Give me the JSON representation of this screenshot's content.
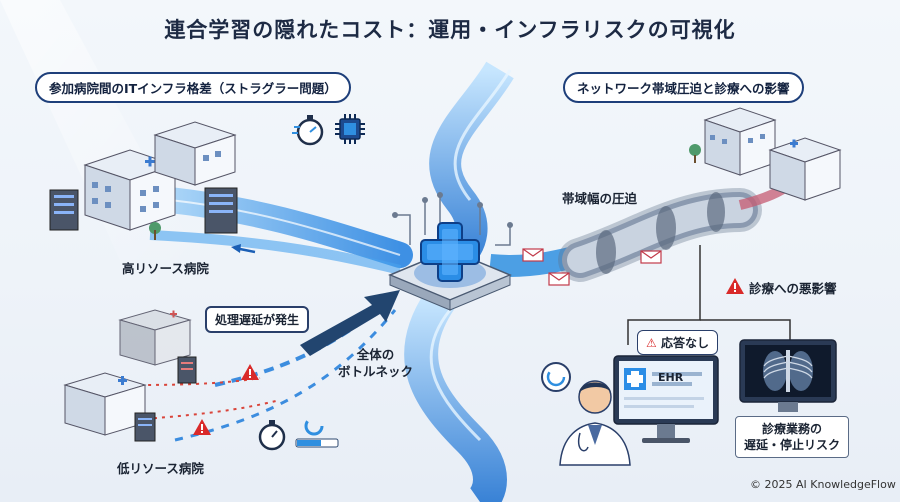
{
  "title": "連合学習の隠れたコスト：運用・インフラリスクの可視化",
  "left_heading": "参加病院間のITインフラ格差（ストラグラー問題）",
  "right_heading": "ネットワーク帯域圧迫と診療への影響",
  "high_resource_label": "高リソース病院",
  "low_resource_label": "低リソース病院",
  "delay_bubble": "処理遅延が発生",
  "bottleneck_label_1": "全体の",
  "bottleneck_label_2": "ボトルネック",
  "bandwidth_label": "帯域幅の圧迫",
  "impact_label": "診療への悪影響",
  "no_response_label": "応答なし",
  "ehr_label": "EHR",
  "delay_risk_1": "診療業務の",
  "delay_risk_2": "遅延・停止リスク",
  "copyright": "© 2025 AI KnowledgeFlow",
  "icons": [
    "stopwatch-icon",
    "chip-icon",
    "medical-cross-icon",
    "warning-icon",
    "loading-icon",
    "progress-bar-icon",
    "envelope-icon",
    "hospital-icon",
    "server-icon",
    "doctor-icon",
    "monitor-icon",
    "xray-icon"
  ],
  "colors": {
    "heading_border": "#1e3f7a",
    "stream_blue": "#2f8fe0",
    "warning_red": "#d92a2a",
    "title_text": "#1d2a44"
  }
}
